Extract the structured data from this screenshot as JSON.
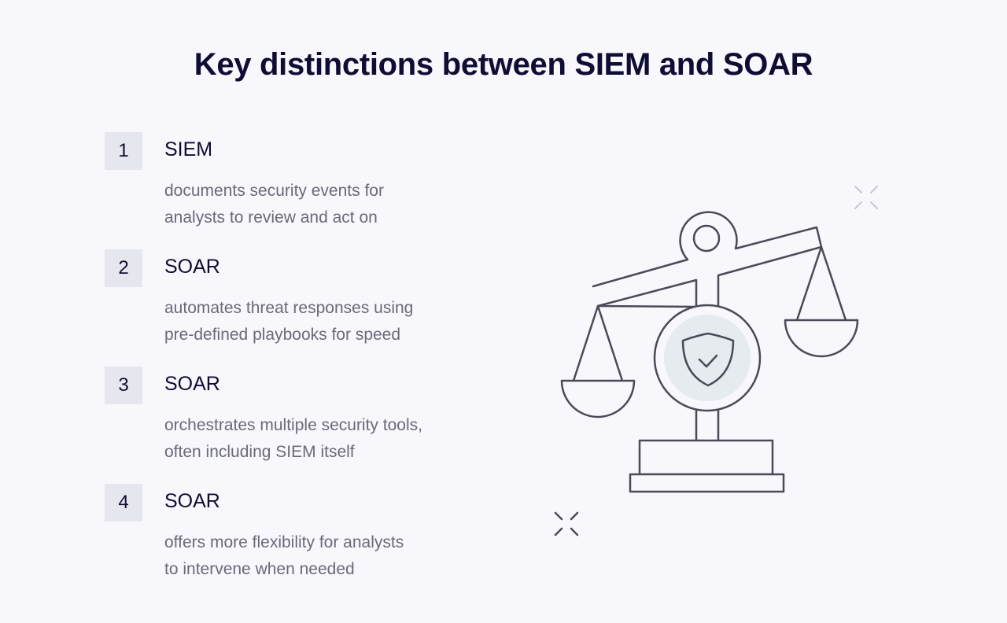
{
  "title": "Key distinctions between SIEM and SOAR",
  "items": [
    {
      "number": "1",
      "heading": "SIEM",
      "description_line1": "documents security events for",
      "description_line2": "analysts to review and act on"
    },
    {
      "number": "2",
      "heading": "SOAR",
      "description_line1": "automates threat responses using",
      "description_line2": "pre-defined playbooks for speed"
    },
    {
      "number": "3",
      "heading": "SOAR",
      "description_line1": "orchestrates multiple security tools,",
      "description_line2": "often including SIEM itself"
    },
    {
      "number": "4",
      "heading": "SOAR",
      "description_line1": "offers more flexibility for analysts",
      "description_line2": "to intervene when needed"
    }
  ],
  "illustration": {
    "icon": "balance-scale-with-shield-icon",
    "stroke_color": "#4a4a58",
    "accent_fill": "#e6ebef"
  }
}
